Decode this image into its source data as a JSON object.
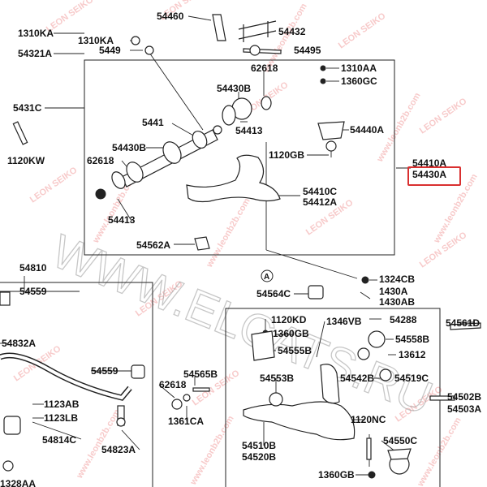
{
  "diagram": {
    "part_labels": [
      "54460",
      "1310KA",
      "54321A",
      "1310KA",
      "5449",
      "54432",
      "54495",
      "62618",
      "1310AA",
      "1360GC",
      "5431C",
      "54430B",
      "5441",
      "54413",
      "54440A",
      "1120KW",
      "54430B",
      "1120GB",
      "62618",
      "54410A",
      "54430A",
      "54410C",
      "54412A",
      "54413",
      "54562A",
      "1324CB",
      "1430A",
      "1430AB",
      "54810",
      "54559",
      "54564C",
      "1120KD",
      "54288",
      "54561D",
      "1360GB",
      "1346VB",
      "54558B",
      "54555B",
      "54832A",
      "54559",
      "54565B",
      "13612",
      "62618",
      "54553B",
      "54542B",
      "54519C",
      "1123AB",
      "1123LB",
      "1361CA",
      "54502B",
      "54503A",
      "54814C",
      "1120NC",
      "54510B",
      "54520B",
      "54550C",
      "54823A",
      "1360GB",
      "1328AA"
    ],
    "callout_letter": "A",
    "highlight_color": "#d93030"
  },
  "watermark": {
    "brand_text": "LEON SEIKO",
    "site_text": "www.leonb2b.com",
    "large_text": "WWW.ELCATS.RU"
  }
}
